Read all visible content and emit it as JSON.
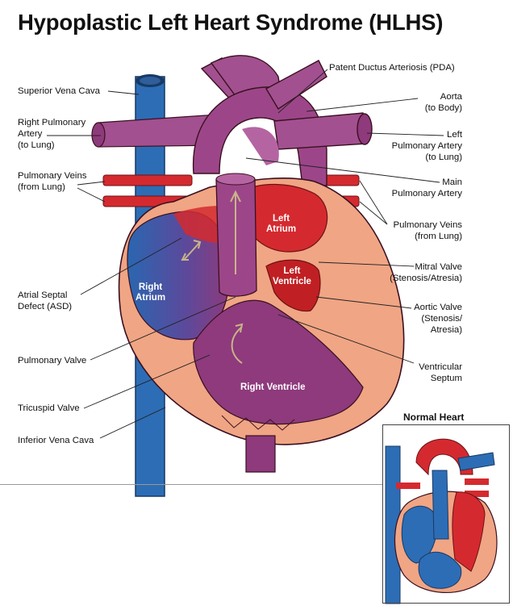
{
  "title": "Hypoplastic Left Heart Syndrome (HLHS)",
  "labels": {
    "superior_vena_cava": "Superior Vena Cava",
    "right_pulmonary_artery": [
      "Right Pulmonary",
      "Artery",
      "(to Lung)"
    ],
    "pulmonary_veins_left": [
      "Pulmonary Veins",
      "(from Lung)"
    ],
    "atrial_septal_defect": [
      "Atrial Septal",
      "Defect (ASD)"
    ],
    "pulmonary_valve": "Pulmonary Valve",
    "tricuspid_valve": "Tricuspid Valve",
    "inferior_vena_cava": "Inferior Vena Cava",
    "patent_ductus_arteriosus": "Patent Ductus Arteriosis (PDA)",
    "aorta": [
      "Aorta",
      "(to Body)"
    ],
    "left_pulmonary_artery": [
      "Left",
      "Pulmonary Artery",
      "(to Lung)"
    ],
    "main_pulmonary_artery": [
      "Main",
      "Pulmonary Artery"
    ],
    "pulmonary_veins_right": [
      "Pulmonary Veins",
      "(from Lung)"
    ],
    "mitral_valve": [
      "Mitral Valve",
      "(Stenosis/Atresia)"
    ],
    "aortic_valve": [
      "Aortic Valve",
      "(Stenosis/",
      "Atresia)"
    ],
    "ventricular_septum": [
      "Ventricular",
      "Septum"
    ]
  },
  "chamber_labels": {
    "left_atrium": [
      "Left",
      "Atrium"
    ],
    "left_ventricle": [
      "Left",
      "Ventricle"
    ],
    "right_atrium": [
      "Right",
      "Atrium"
    ],
    "right_ventricle": "Right Ventricle"
  },
  "normal_heart_title": "Normal Heart",
  "colors": {
    "deoxygenated_blue": "#2d6db5",
    "oxygenated_red": "#d42a2f",
    "mixed_purple": "#8e3a7c",
    "heart_wall": "#f0a584",
    "outline": "#3a1020"
  }
}
